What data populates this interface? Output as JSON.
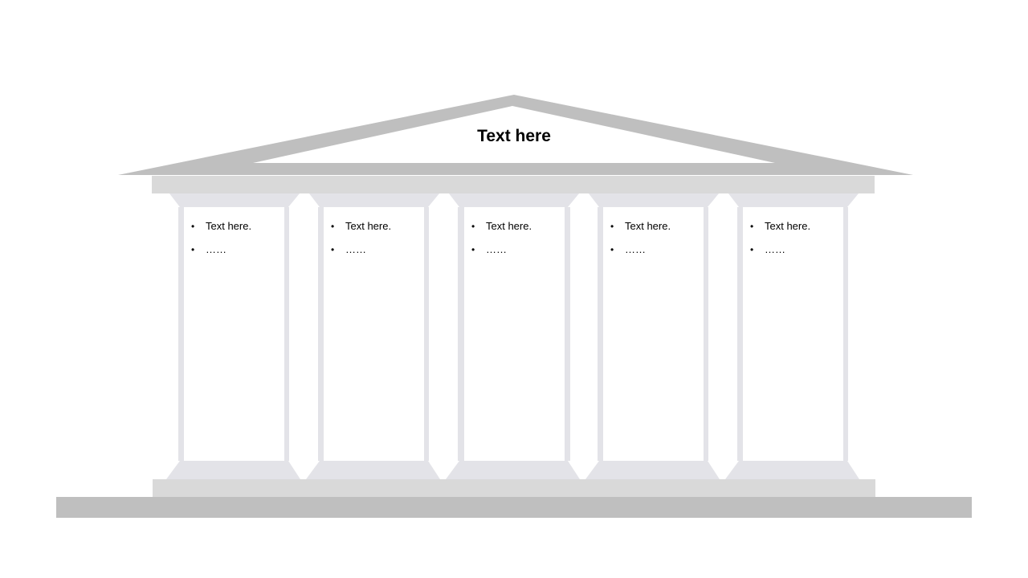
{
  "title": "Text here",
  "columns": [
    {
      "items": [
        "Text here.",
        "……"
      ]
    },
    {
      "items": [
        "Text here.",
        "……"
      ]
    },
    {
      "items": [
        "Text here.",
        "……"
      ]
    },
    {
      "items": [
        "Text here.",
        "……"
      ]
    },
    {
      "items": [
        "Text here.",
        "……"
      ]
    }
  ],
  "colors": {
    "roof": "#bfbfbf",
    "base": "#bfbfbf",
    "entablature": "#d9d9d9",
    "plinth": "#d9d9d9",
    "column": "#e3e3e8",
    "panel": "#ffffff",
    "text": "#000000"
  }
}
